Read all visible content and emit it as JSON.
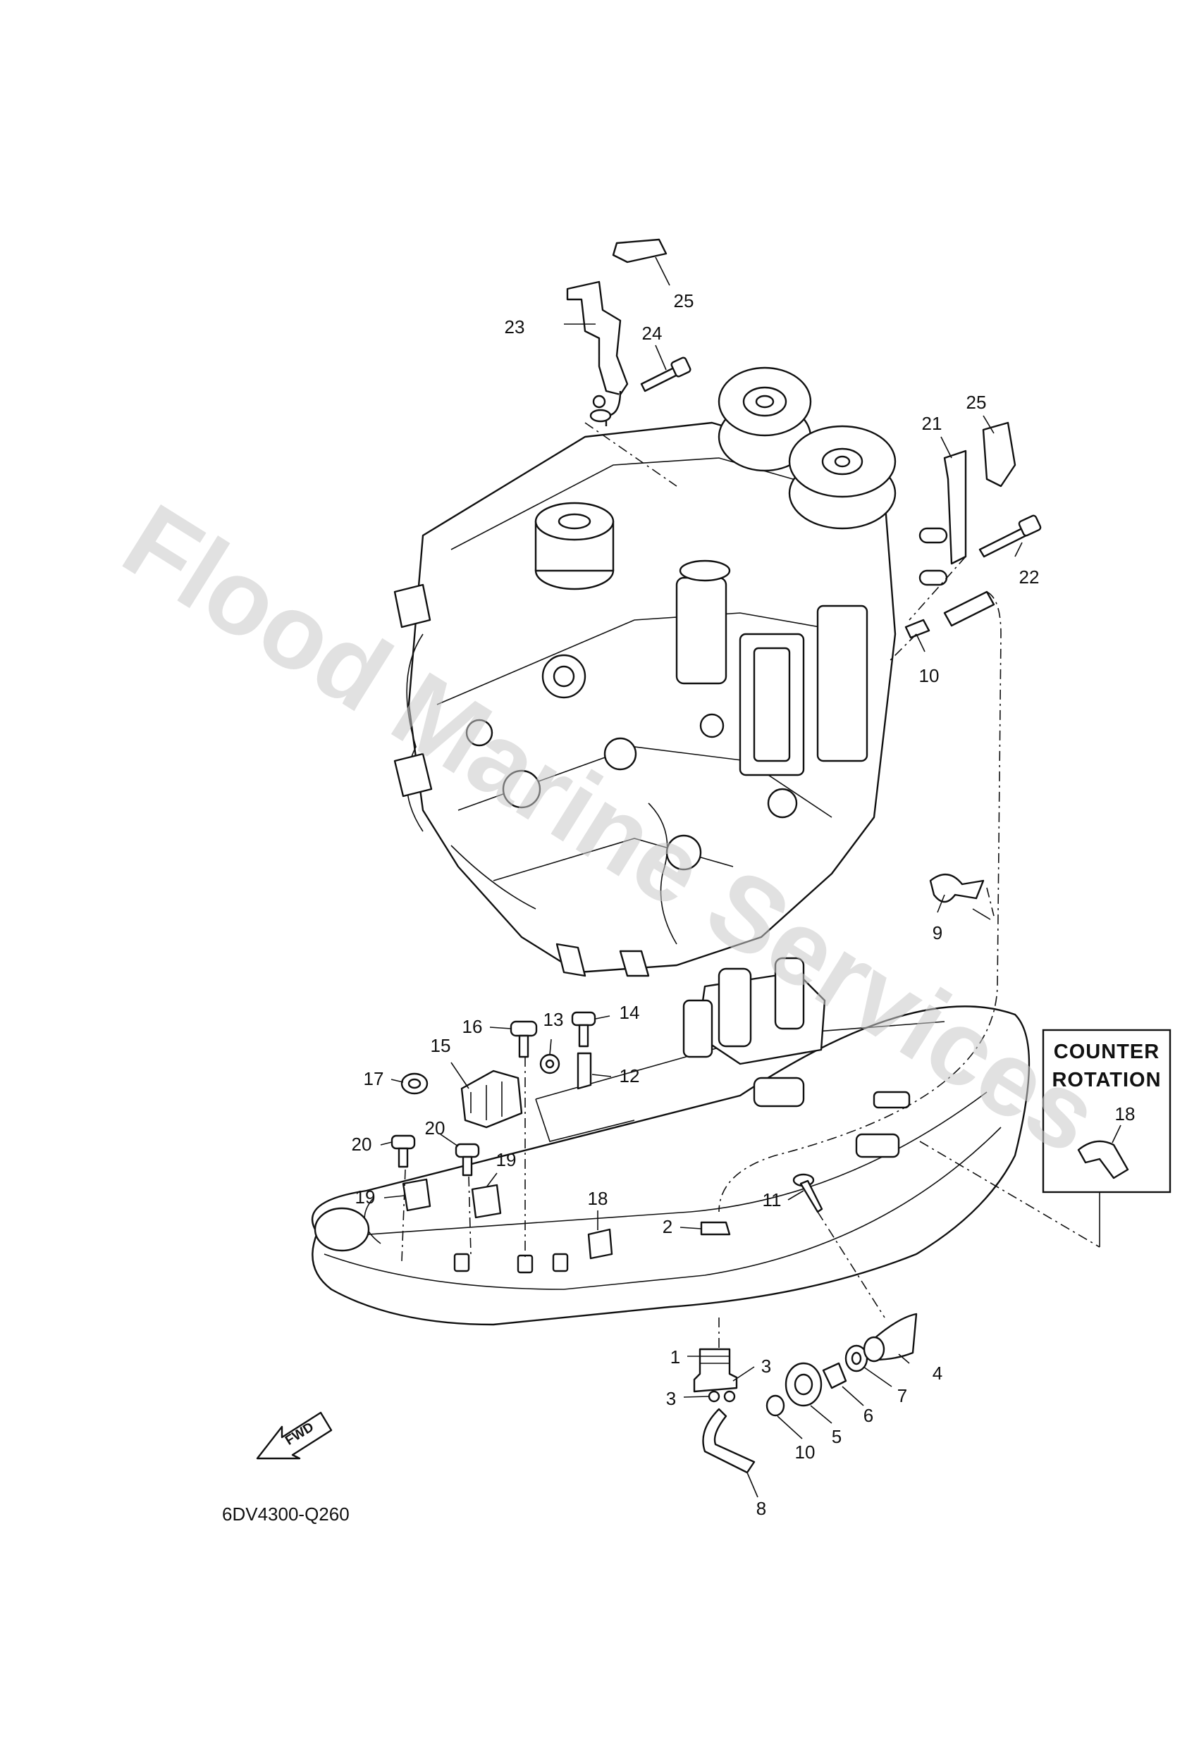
{
  "figure_code": "6DV4300-Q260",
  "watermark": "Flood Marine Services",
  "counter_rotation_box": {
    "line1": "COUNTER",
    "line2": "ROTATION",
    "part": "18"
  },
  "fwd_label": "FWD",
  "callouts": {
    "c1": "1",
    "c2": "2",
    "c3a": "3",
    "c3b": "3",
    "c4": "4",
    "c5": "5",
    "c6": "6",
    "c7": "7",
    "c8": "8",
    "c9": "9",
    "c10a": "10",
    "c10b": "10",
    "c11": "11",
    "c12": "12",
    "c13": "13",
    "c14": "14",
    "c15": "15",
    "c16": "16",
    "c17": "17",
    "c18": "18",
    "c19a": "19",
    "c19b": "19",
    "c20a": "20",
    "c20b": "20",
    "c21": "21",
    "c22": "22",
    "c23": "23",
    "c24": "24",
    "c25a": "25",
    "c25b": "25"
  }
}
